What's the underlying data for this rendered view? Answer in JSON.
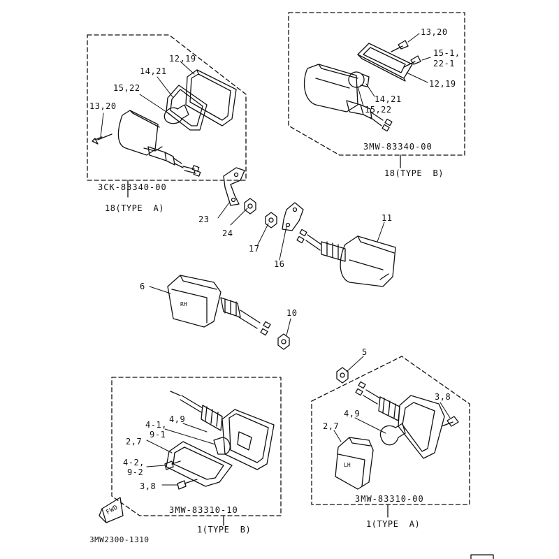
{
  "labels": {
    "tl_12_19": "12,19",
    "tl_14_21": "14,21",
    "tl_15_22": "15,22",
    "tl_13_20": "13,20",
    "tl_code": "3CK-83340-00",
    "tl_type": "18(TYPE  A)",
    "tr_13_20": "13,20",
    "tr_15_1": "15-1,",
    "tr_22_1": "22-1",
    "tr_12_19": "12,19",
    "tr_14_21": "14,21",
    "tr_15_22": "15,22",
    "tr_code": "3MW-83340-00",
    "tr_type": "18(TYPE  B)",
    "p23": "23",
    "p24": "24",
    "p17": "17",
    "p16": "16",
    "p11": "11",
    "p6": "6",
    "p10": "10",
    "p5": "5",
    "bl_4_9": "4,9",
    "bl_4_1": "4-1,",
    "bl_9_1": "9-1",
    "bl_2_7": "2,7",
    "bl_4_2": "4-2,",
    "bl_9_2": "9-2",
    "bl_3_8": "3,8",
    "bl_code": "3MW-83310-10",
    "bl_type": "1(TYPE  B)",
    "br_3_8": "3,8",
    "br_4_9": "4,9",
    "br_2_7": "2,7",
    "br_code": "3MW-83310-00",
    "br_type": "1(TYPE  A)",
    "fwd": "FWD",
    "footer_code": "3MW2300-1310"
  }
}
